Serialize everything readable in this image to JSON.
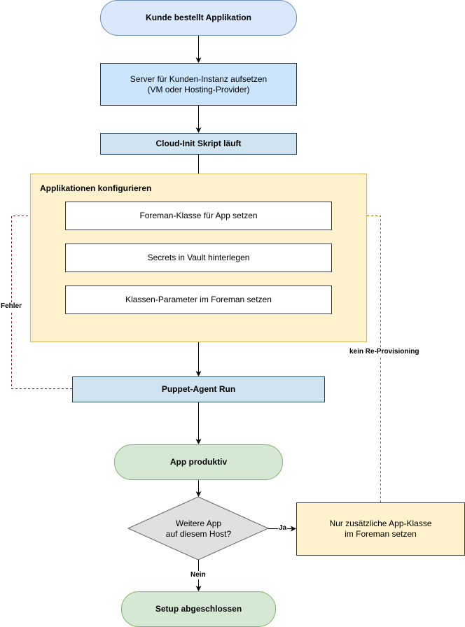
{
  "nodes": {
    "start": "Kunde bestellt Applikation",
    "server": "Server für Kunden-Instanz aufsetzen\n(VM oder Hosting-Provider)",
    "cloud_init": "Cloud-Init Skript läuft",
    "group_title": "Applikationen konfigurieren",
    "foreman_class": "Foreman-Klasse für App setzen",
    "vault": "Secrets in Vault hinterlegen",
    "class_params": "Klassen-Parameter im Foreman setzen",
    "puppet_run": "Puppet-Agent Run",
    "app_productive": "App produktiv",
    "decision": "Weitere App\nauf diesem Host?",
    "extra_class": "Nur zusätzliche App-Klasse\nim Foreman setzen",
    "done": "Setup abgeschlossen"
  },
  "edge_labels": {
    "error": "Fehler",
    "yes": "Ja",
    "no": "Nein",
    "no_reprovision": "kein Re-Provisioning"
  },
  "colors": {
    "line": "#000000",
    "error_line": "#7a1f1f",
    "reprovision_line": "#8a7000"
  }
}
